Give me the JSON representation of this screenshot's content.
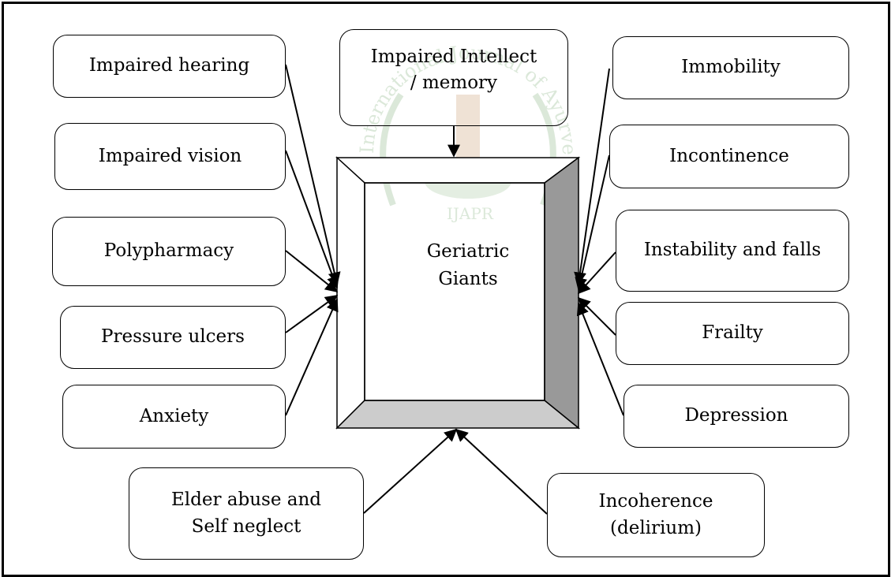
{
  "center": {
    "label": "Geriatric\nGiants"
  },
  "factors": {
    "impaired_hearing": "Impaired hearing",
    "impaired_vision": "Impaired vision",
    "polypharmacy": "Polypharmacy",
    "pressure_ulcers": "Pressure ulcers",
    "anxiety": "Anxiety",
    "impaired_intellect": "Impaired Intellect\n/ memory",
    "immobility": "Immobility",
    "incontinence": "Incontinence",
    "instability_falls": "Instability and falls",
    "frailty": "Frailty",
    "depression": "Depression",
    "elder_abuse": "Elder abuse and\nSelf neglect",
    "incoherence": "Incoherence\n(delirium)"
  },
  "watermark": {
    "text": "International Journal of Ayurveda and Pharma Research",
    "abbr": "IJAPR"
  }
}
